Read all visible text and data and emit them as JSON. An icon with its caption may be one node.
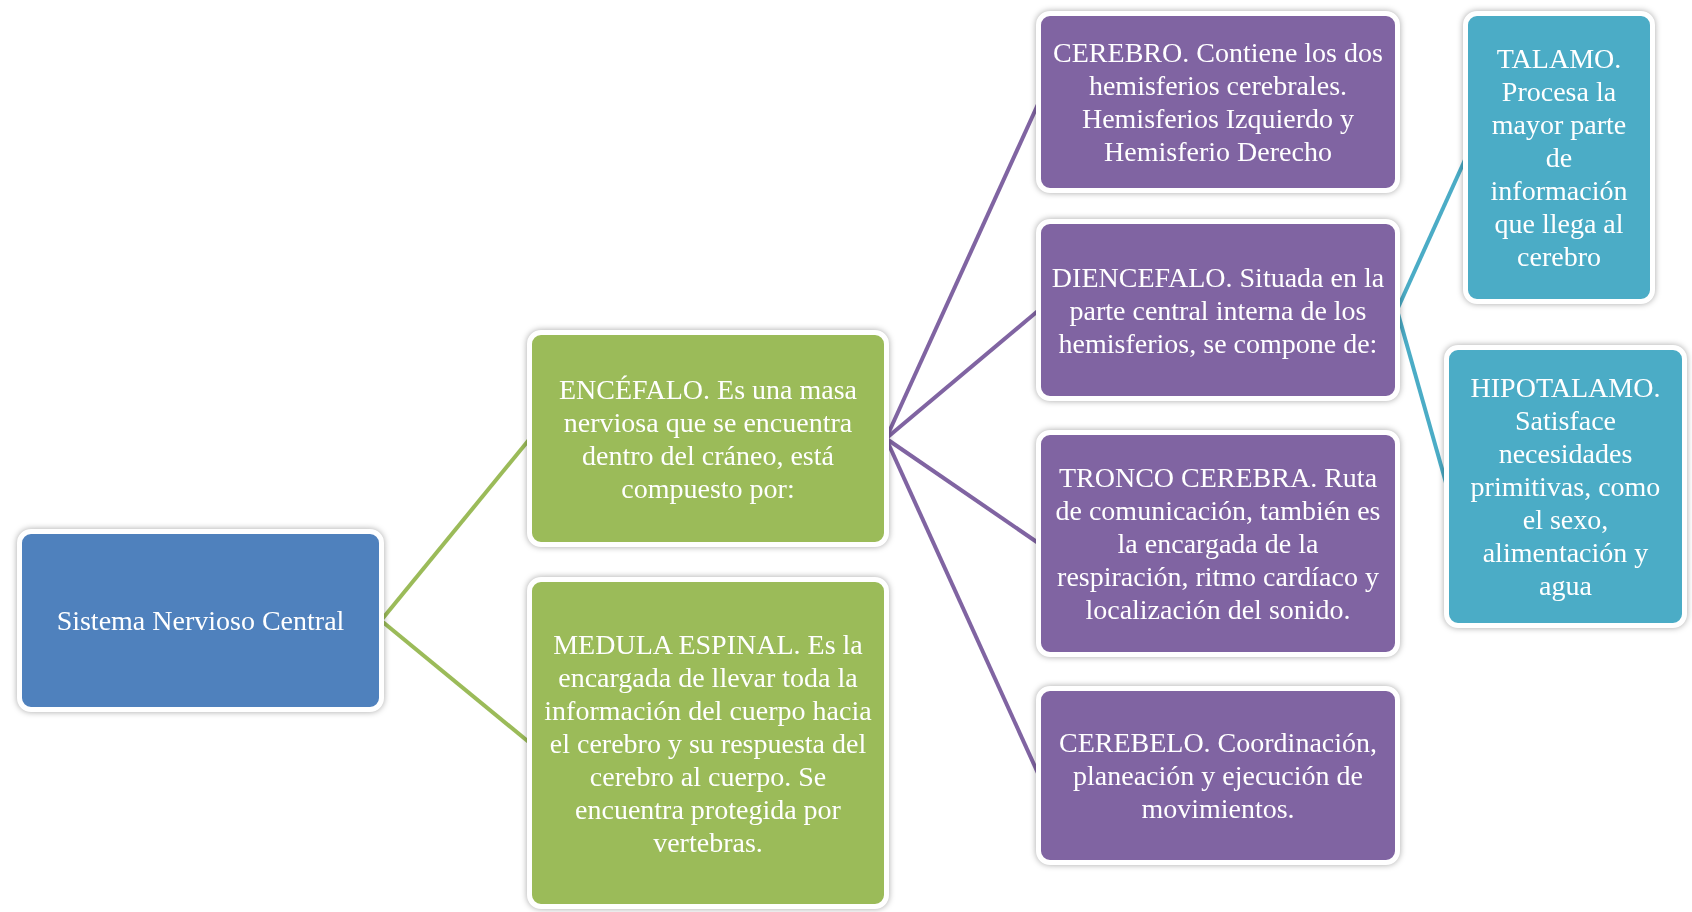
{
  "diagram": {
    "nodes": [
      {
        "text": [
          "Sistema Nervioso Central"
        ]
      },
      {
        "text": [
          "ENCÉFALO. Es una masa nerviosa que se encuentra dentro del cráneo, está compuesto por:"
        ]
      },
      {
        "text": [
          "MEDULA ESPINAL. Es la encargada de llevar toda la información del cuerpo hacia el cerebro y su respuesta del cerebro al cuerpo. Se encuentra protegida por vertebras."
        ]
      },
      {
        "text": [
          "CEREBRO. Contiene los dos hemisferios cerebrales. Hemisferios Izquierdo y Hemisferio Derecho"
        ]
      },
      {
        "text": [
          "DIENCEFALO. Situada en la parte central interna de los hemisferios, se compone de:"
        ]
      },
      {
        "text": [
          "TRONCO CEREBRA. Ruta de comunicación, también es la encargada de la respiración, ritmo cardíaco y localización del sonido."
        ]
      },
      {
        "text": [
          "CEREBELO. Coordinación, planeación y ejecución de movimientos."
        ]
      },
      {
        "text": [
          "TALAMO. Procesa la mayor parte de información que llega al cerebro"
        ]
      },
      {
        "text": [
          "HIPOTALAMO. Satisface necesidades primitivas, como el sexo, alimentación y agua"
        ]
      }
    ],
    "edges": [
      {
        "from": 0,
        "to": 1,
        "arrow": "none",
        "color": "#9bbb59"
      },
      {
        "from": 0,
        "to": 2,
        "arrow": "none",
        "color": "#9bbb59"
      },
      {
        "from": 1,
        "to": 3,
        "arrow": "none"
      },
      {
        "from": 1,
        "to": 4,
        "arrow": "none"
      },
      {
        "from": 1,
        "to": 5,
        "arrow": "none"
      },
      {
        "from": 1,
        "to": 6,
        "arrow": "none"
      },
      {
        "from": 4,
        "to": 7,
        "arrow": "none",
        "color": "#4bacc6"
      },
      {
        "from": 4,
        "to": 8,
        "arrow": "none",
        "color": "#4bacc6"
      }
    ]
  }
}
